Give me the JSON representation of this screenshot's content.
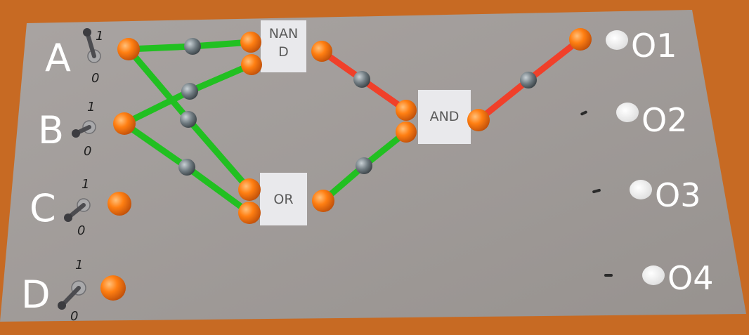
{
  "inputs": [
    {
      "label": "A",
      "on_label": "1",
      "off_label": "0",
      "state": 1
    },
    {
      "label": "B",
      "on_label": "1",
      "off_label": "0",
      "state": 1
    },
    {
      "label": "C",
      "on_label": "1",
      "off_label": "0",
      "state": 0
    },
    {
      "label": "D",
      "on_label": "1",
      "off_label": "0",
      "state": 0
    }
  ],
  "gates": {
    "nand": {
      "label_line1": "NAN",
      "label_line2": "D"
    },
    "or": {
      "label": "OR"
    },
    "and": {
      "label": "AND"
    }
  },
  "outputs": [
    {
      "label": "O1",
      "connected": true
    },
    {
      "label": "O2",
      "connected": false
    },
    {
      "label": "O3",
      "connected": false
    },
    {
      "label": "O4",
      "connected": false
    }
  ],
  "colors": {
    "background": "#c86a22",
    "board": "#a29e9c",
    "wire_high": "#21c021",
    "wire_low": "#f0402a",
    "pin": "#ff7a10",
    "joint": "#707a80",
    "gate_block": "#e9e9ec",
    "label": "#ffffff"
  }
}
